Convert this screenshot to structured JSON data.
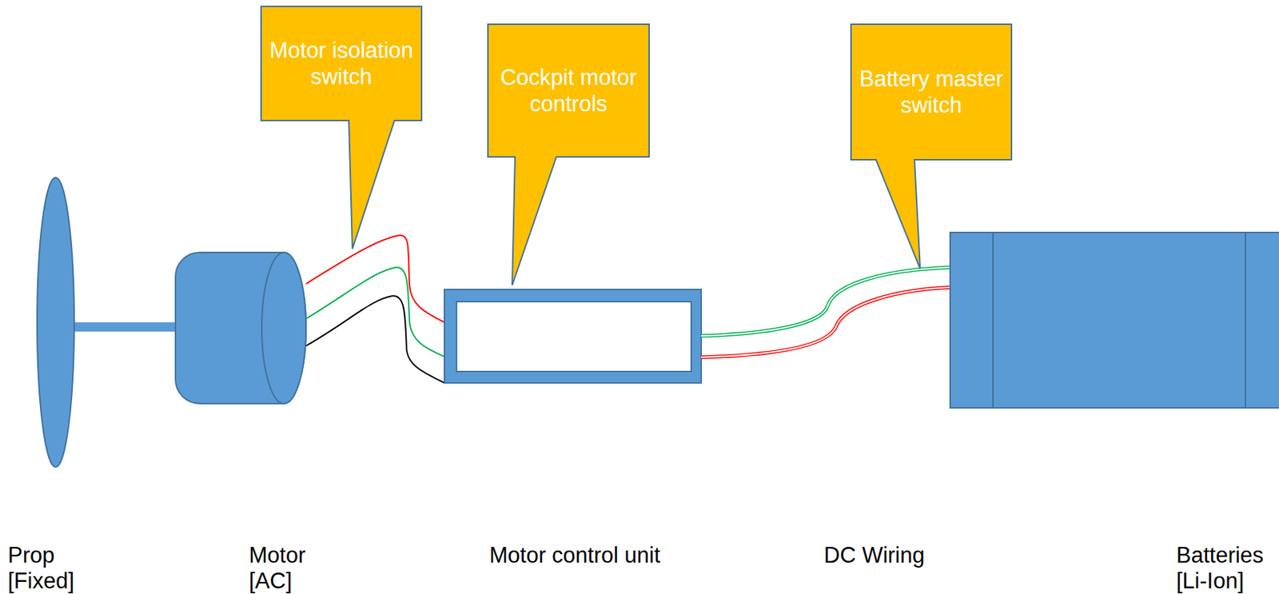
{
  "diagram": {
    "nodes": [
      {
        "text": [
          "Motor isolation switch"
        ]
      },
      {
        "text": [
          "Cockpit motor controls"
        ]
      },
      {
        "text": [
          "Battery master switch"
        ]
      }
    ],
    "labels": [
      "Prop",
      "[Fixed]",
      "Motor",
      "[AC]",
      "Motor control unit",
      "DC Wiring",
      "Batteries",
      "[Li-Ion]"
    ]
  }
}
